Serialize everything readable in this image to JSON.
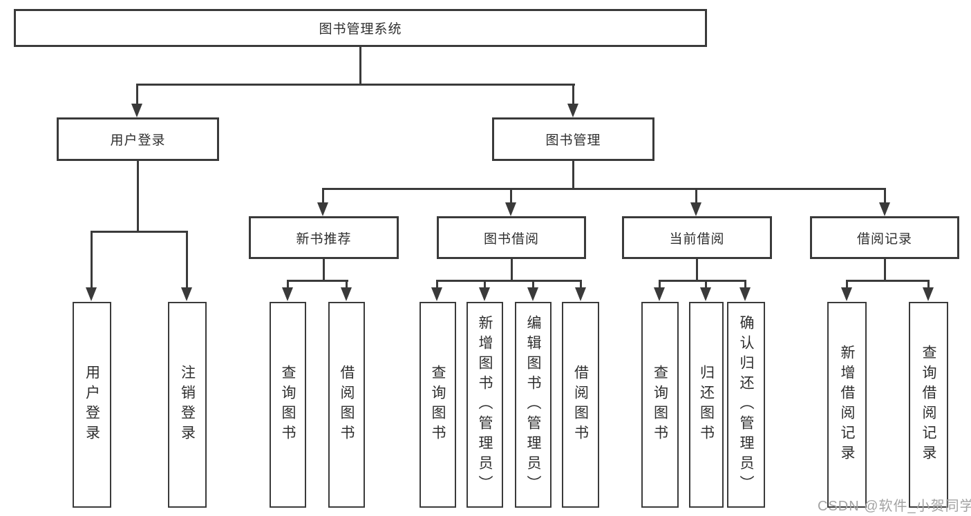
{
  "diagram": {
    "title": "图书管理系统",
    "root": {
      "label": "图书管理系统"
    },
    "level2": [
      {
        "label": "用户登录"
      },
      {
        "label": "图书管理"
      }
    ],
    "level3": [
      {
        "label": "新书推荐"
      },
      {
        "label": "图书借阅"
      },
      {
        "label": "当前借阅"
      },
      {
        "label": "借阅记录"
      }
    ],
    "leaves": {
      "user_login": [
        "用户登录",
        "注销登录"
      ],
      "new_books": [
        "查询图书",
        "借阅图书"
      ],
      "book_borrow": [
        "查询图书",
        "新增图书（管理员）",
        "编辑图书（管理员）",
        "借阅图书"
      ],
      "current_borrow": [
        "查询图书",
        "归还图书",
        "确认归还（管理员）"
      ],
      "borrow_records": [
        "新增借阅记录",
        "查询借阅记录"
      ]
    }
  },
  "watermark": {
    "text": "CSDN @软件_小贺同学"
  },
  "colors": {
    "line": "#3a3a3a",
    "text": "#2e2e2e",
    "watermark": "#a3a3a3",
    "background": "#ffffff"
  }
}
